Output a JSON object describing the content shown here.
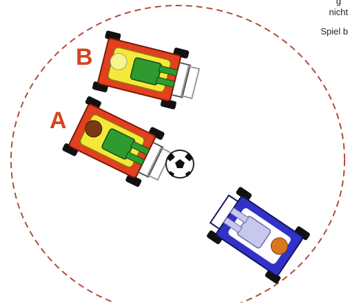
{
  "labels": {
    "car_b": "B",
    "car_a": "A"
  },
  "corner_text": {
    "line1": "g",
    "line2": "nicht",
    "line3": "Spiel b"
  },
  "icons": {
    "ball": "soccer-ball-icon",
    "car": "kart-icon"
  },
  "colors": {
    "circle_dash": "#b04a3a",
    "label": "#d4441c",
    "red_car_body": "#e2401f",
    "red_car_inner": "#f4e93a",
    "red_car_driver": "#2f9a2f",
    "blue_car_body": "#3232c8",
    "blue_car_inner": "#ffffff",
    "blue_car_driver": "#c8c8ee",
    "helmet_a": "#7a3a10",
    "helmet_b": "#f7f58a",
    "helmet_blue": "#d9771c"
  }
}
